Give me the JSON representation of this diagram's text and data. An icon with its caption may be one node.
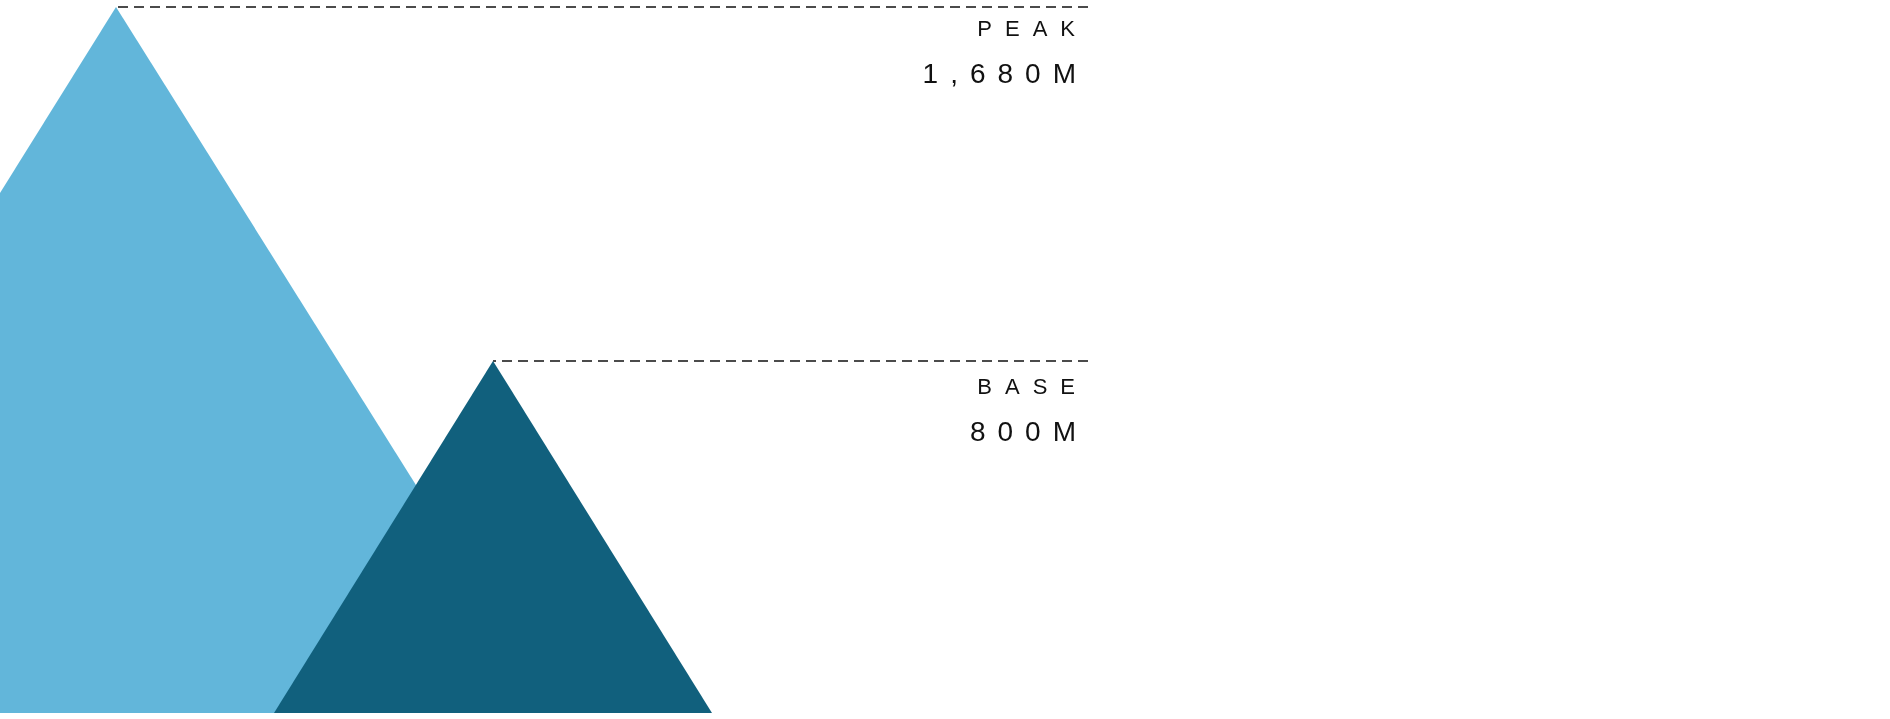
{
  "diagram": {
    "nodes": [
      {
        "text": [],
        "shape": "triangle"
      },
      {
        "text": [
          "PEAK",
          "1,680M"
        ]
      },
      {
        "text": [],
        "shape": "triangle"
      },
      {
        "text": [
          "BASE",
          "800M"
        ]
      }
    ],
    "edges": [
      {
        "from": 1,
        "to": 0,
        "arrow": "none",
        "style": "dashed"
      },
      {
        "from": 3,
        "to": 2,
        "arrow": "none",
        "style": "dashed"
      }
    ]
  }
}
